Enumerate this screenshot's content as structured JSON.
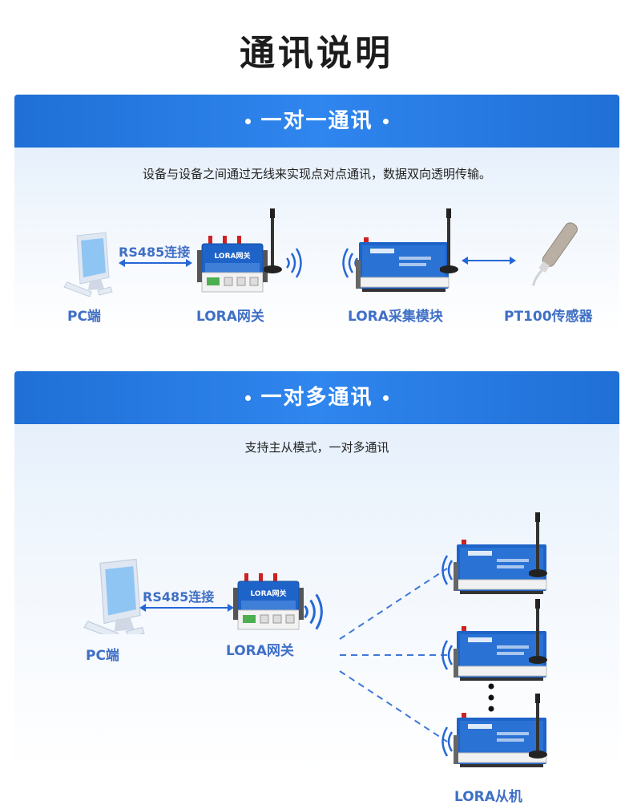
{
  "page": {
    "title": "通讯说明"
  },
  "section1": {
    "title": "一对一通讯",
    "description": "设备与设备之间通过无线来实现点对点通讯，数据双向透明传输。",
    "connection_label": "RS485连接",
    "labels": {
      "pc": "PC端",
      "gateway": "LORA网关",
      "module": "LORA采集模块",
      "sensor": "PT100传感器"
    }
  },
  "section2": {
    "title": "一对多通讯",
    "description": "支持主从模式，一对多通讯",
    "connection_label": "RS485连接",
    "labels": {
      "pc": "PC端",
      "gateway": "LORA网关",
      "slaves": "LORA从机"
    }
  },
  "device_text": {
    "gateway_name": "LORA网关"
  },
  "colors": {
    "header_blue": "#2677e2",
    "label_blue": "#3f6fc6",
    "device_blue": "#1e63c8"
  }
}
